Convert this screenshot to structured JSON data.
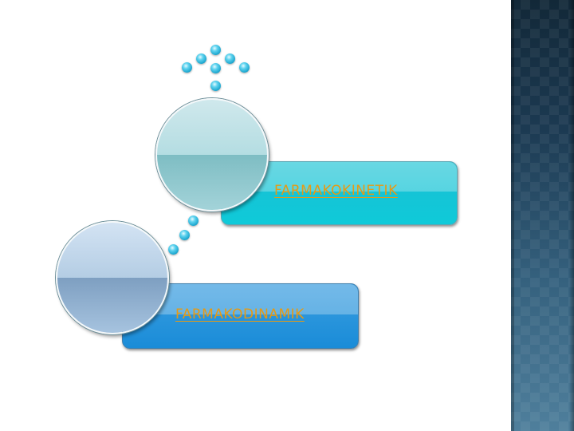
{
  "diagram": {
    "items": [
      {
        "label": "FARMAKOKINETIK",
        "box_color": "#15c4d6",
        "circle_color": "#a3d3d9"
      },
      {
        "label": "FARMAKODINAMIK",
        "box_color": "#2a95dc",
        "circle_color": "#a6c3df"
      }
    ],
    "label_color": "#e69a14",
    "arrow_beads": {
      "direction": "down",
      "count": 7
    },
    "connector_beads": {
      "count": 3
    }
  },
  "sidebar": {
    "color_top": "#122838",
    "color_bottom": "#4f7f9c"
  }
}
